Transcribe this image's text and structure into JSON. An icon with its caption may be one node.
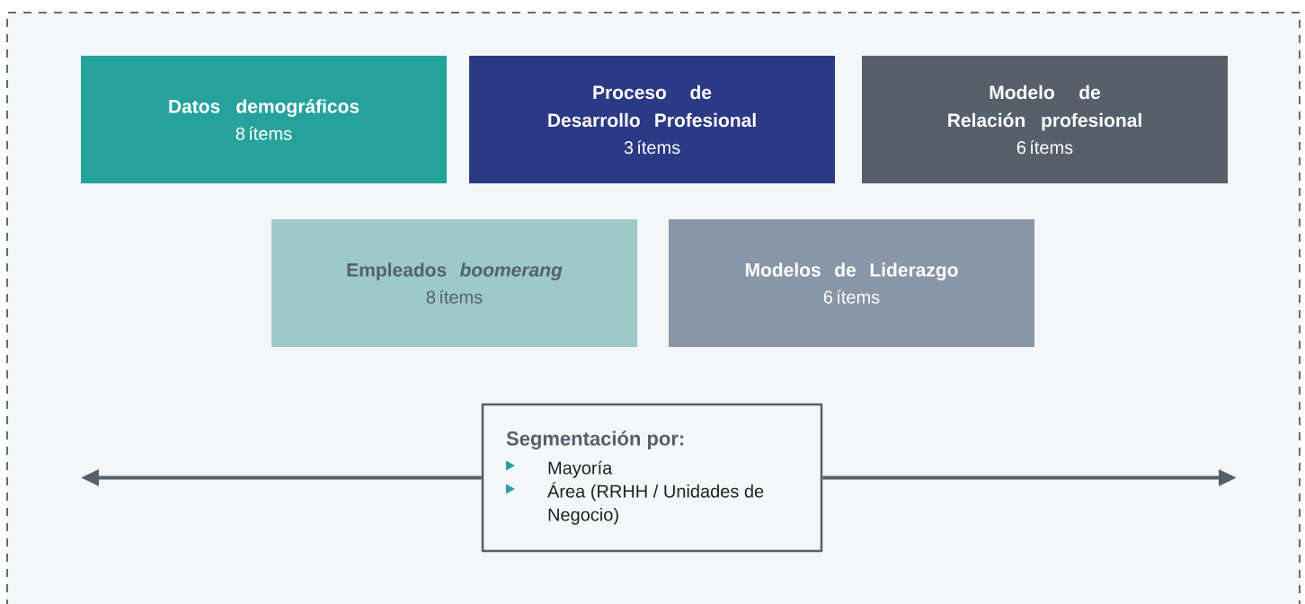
{
  "diagram": {
    "nodes": [
      {
        "text": [
          "Datos demográficos",
          "8 ítems"
        ]
      },
      {
        "text": [
          "Proceso de Desarrollo Profesional",
          "3 ítems"
        ]
      },
      {
        "text": [
          "Modelo de Relación profesional",
          "6 ítems"
        ]
      },
      {
        "text": [
          "Empleados *boomerang*",
          "8 ítems"
        ]
      },
      {
        "text": [
          "Modelos de Liderazgo",
          "6 ítems"
        ]
      },
      {
        "text": [
          "Segmentación por:",
          "Mayoría",
          "Área (RRHH / Unidades de Negocio)"
        ]
      }
    ],
    "edges": [
      {
        "from": 5,
        "to": null,
        "arrow": "to"
      },
      {
        "from": 5,
        "to": null,
        "arrow": "to"
      }
    ]
  }
}
